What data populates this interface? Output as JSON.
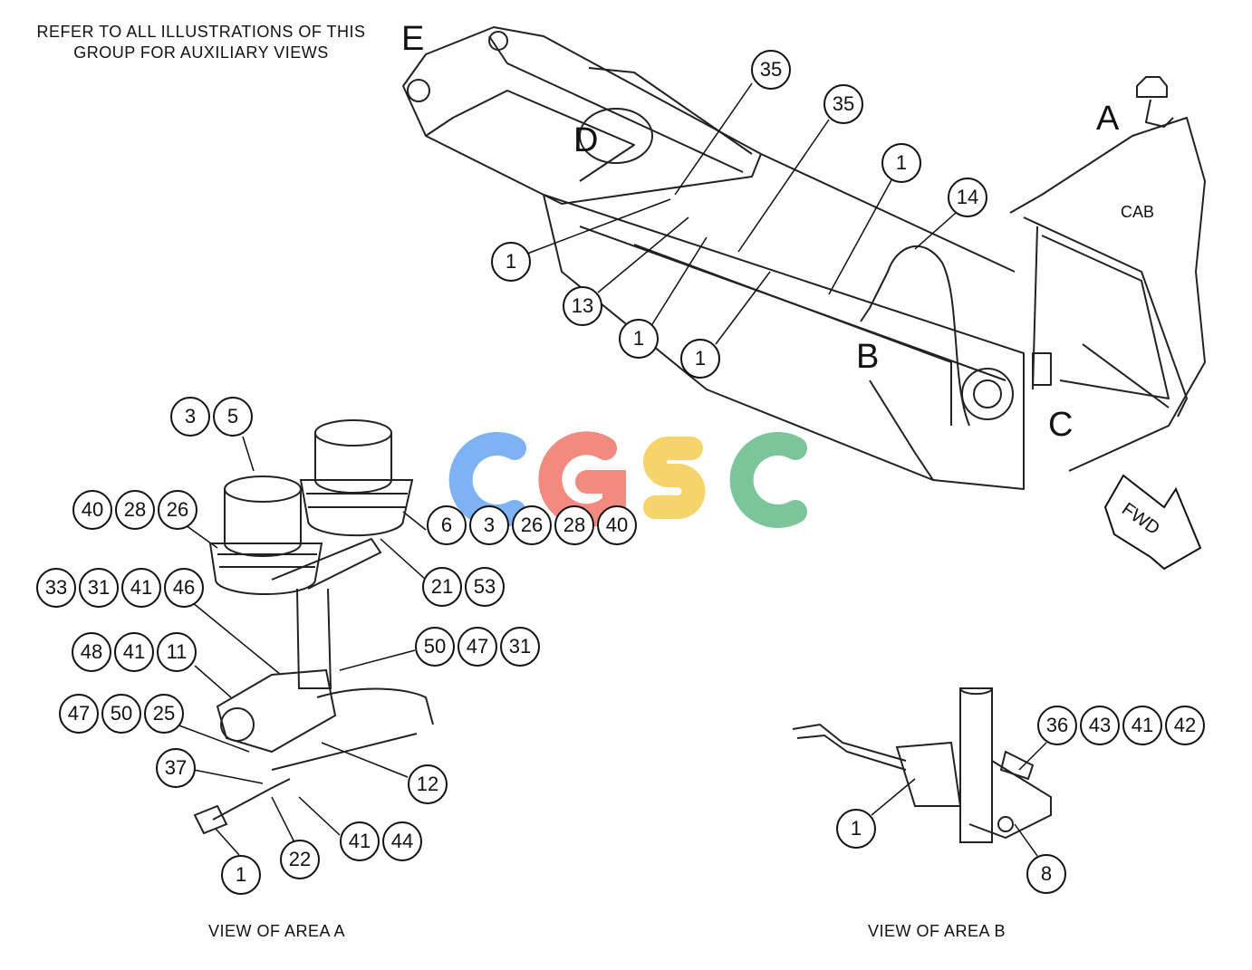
{
  "note": "REFER TO ALL ILLUSTRATIONS OF THIS GROUP FOR AUXILIARY VIEWS",
  "view_labels": {
    "area_a": "VIEW OF AREA  A",
    "area_b": "VIEW OF AREA  B"
  },
  "area_letters": {
    "a": "A",
    "b": "B",
    "c": "C",
    "d": "D",
    "e": "E"
  },
  "cab_label": "CAB",
  "fwd_label": "FWD",
  "watermark": {
    "text": "CGSC",
    "colors": [
      "#7fb2f5",
      "#f28a80",
      "#f7d36b",
      "#7cc49a"
    ]
  },
  "callouts": {
    "c35a": "35",
    "c35b": "35",
    "c1a": "1",
    "c14": "14",
    "c1b": "1",
    "c13": "13",
    "c1c": "1",
    "c1d": "1",
    "c3a": "3",
    "c5": "5",
    "c40a": "40",
    "c28a": "28",
    "c26a": "26",
    "c6": "6",
    "c3b": "3",
    "c26b": "26",
    "c28b": "28",
    "c40b": "40",
    "c33": "33",
    "c31a": "31",
    "c41a": "41",
    "c46": "46",
    "c21": "21",
    "c53": "53",
    "c50a": "50",
    "c47a": "47",
    "c31b": "31",
    "c48": "48",
    "c41b": "41",
    "c11": "11",
    "c47b": "47",
    "c50b": "50",
    "c25": "25",
    "c37": "37",
    "c12": "12",
    "c22": "22",
    "c41c": "41",
    "c44": "44",
    "c1e": "1",
    "c36": "36",
    "c43": "43",
    "c41d": "41",
    "c42": "42",
    "c1f": "1",
    "c8": "8"
  }
}
